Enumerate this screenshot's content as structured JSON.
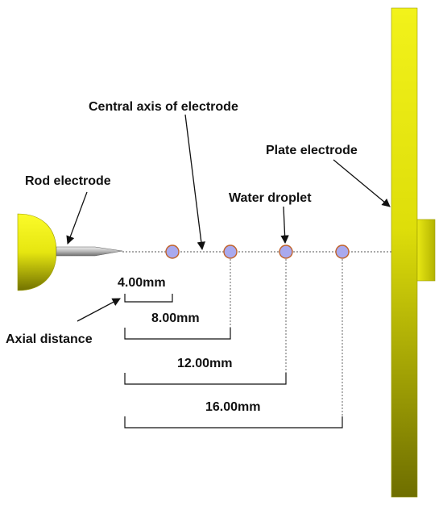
{
  "labels": {
    "central_axis": "Central axis of electrode",
    "plate_electrode": "Plate electrode",
    "rod_electrode": "Rod electrode",
    "water_droplet": "Water droplet",
    "axial_distance": "Axial distance"
  },
  "distances": [
    "4.00mm",
    "8.00mm",
    "12.00mm",
    "16.00mm"
  ],
  "colors": {
    "electrode_yellow": "#f2f21a",
    "electrode_dark": "#7a7a00",
    "droplet_fill": "#a9a9ee",
    "droplet_outline": "#c0622a",
    "needle": "#b8b8b8"
  }
}
